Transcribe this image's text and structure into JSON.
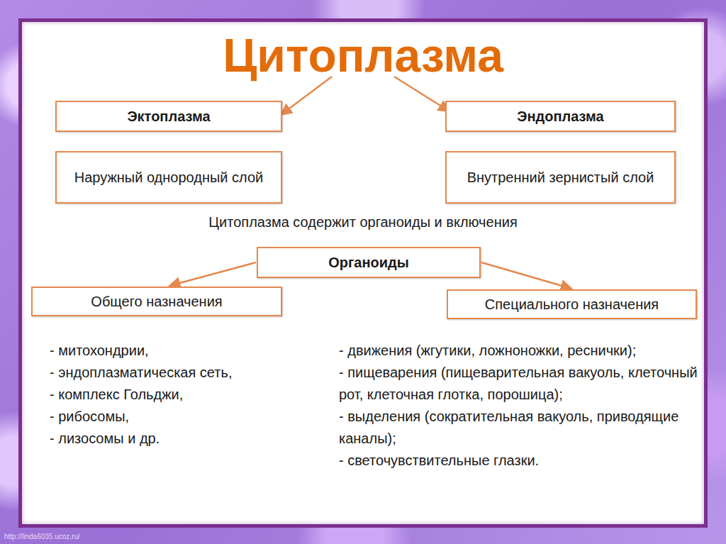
{
  "diagram": {
    "title": "Цитоплазма",
    "nodes": [
      {
        "text": [
          "Эктоплазма"
        ]
      },
      {
        "text": [
          "Эндоплазма"
        ]
      },
      {
        "text": [
          "Наружный однородный слой"
        ]
      },
      {
        "text": [
          "Внутренний зернистый слой"
        ]
      },
      {
        "text": [
          "Органоиды"
        ]
      },
      {
        "text": [
          "Общего назначения"
        ]
      },
      {
        "text": [
          "Специального назначения"
        ]
      }
    ],
    "edges": [
      {
        "from": 4,
        "to": 5,
        "arrow": "to"
      },
      {
        "from": 4,
        "to": 6,
        "arrow": "to"
      }
    ],
    "labels": [
      "Цитоплазма содержит органоиды и включения",
      "- митохондрии,",
      "- эндоплазматическая сеть,",
      "- комплекс Гольджи,",
      "- рибосомы,",
      "- лизосомы и др.",
      "- движения (жгутики, ложноножки, реснички);",
      "- пищеварения (пищеварительная вакуоль, клеточный рот, клеточная глотка, порошица);",
      "- выделения (сократительная вакуоль, приводящие каналы);",
      "- светочувствительные глазки.",
      "http://linda6035.ucoz.ru/"
    ]
  }
}
